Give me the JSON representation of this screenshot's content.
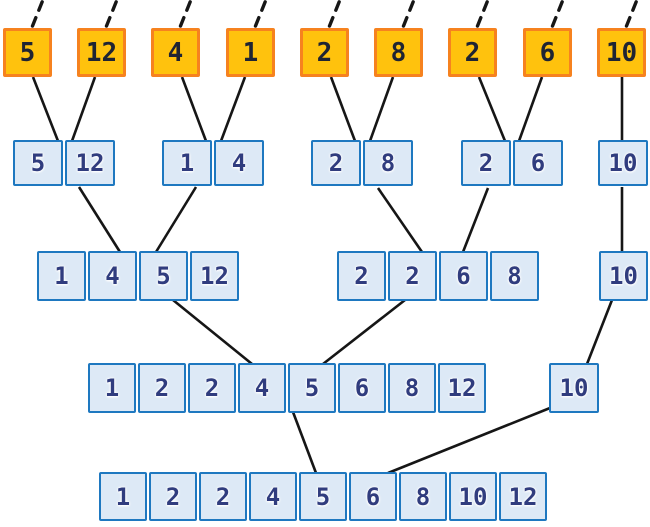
{
  "diagram": {
    "type": "merge-sort-tree",
    "leaves": [
      "5",
      "12",
      "4",
      "1",
      "2",
      "8",
      "2",
      "6",
      "10"
    ],
    "levels": [
      {
        "name": "merged-pairs",
        "groups": [
          [
            "5",
            "12"
          ],
          [
            "1",
            "4"
          ],
          [
            "2",
            "8"
          ],
          [
            "2",
            "6"
          ],
          [
            "10"
          ]
        ]
      },
      {
        "name": "merged-quads",
        "groups": [
          [
            "1",
            "4",
            "5",
            "12"
          ],
          [
            "2",
            "2",
            "6",
            "8"
          ],
          [
            "10"
          ]
        ]
      },
      {
        "name": "merged-eights",
        "groups": [
          [
            "1",
            "2",
            "2",
            "4",
            "5",
            "6",
            "8",
            "12"
          ],
          [
            "10"
          ]
        ]
      },
      {
        "name": "final-sorted",
        "groups": [
          [
            "1",
            "2",
            "2",
            "4",
            "5",
            "6",
            "8",
            "10",
            "12"
          ]
        ]
      }
    ]
  },
  "colors": {
    "background": "#ffffff",
    "orange_fill": "#FFC20D",
    "orange_border": "#F6821F",
    "leaf_text": "#1F2433",
    "blue_fill": "#DDE9F6",
    "blue_border": "#1E78C0",
    "cell_text": "#303C7E",
    "line": "#161616"
  }
}
